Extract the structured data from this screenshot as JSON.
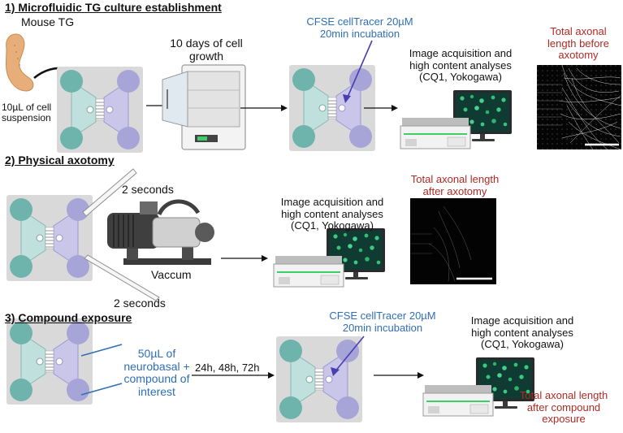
{
  "sections": {
    "s1": "1) Microfluidic TG culture establishment",
    "s2": "2) Physical axotomy",
    "s3": "3) Compound exposure"
  },
  "labels": {
    "mouse_tg": "Mouse TG",
    "cell_suspension": [
      "10µL of cell",
      "suspension"
    ],
    "growth": [
      "10 days of cell",
      "growth"
    ],
    "cfse": [
      "CFSE cellTracer 20µM",
      "20min incubation"
    ],
    "acq_1": [
      "Image acquisition and",
      "high content analyses",
      "(CQ1, Yokogawa)"
    ],
    "before_axotomy": [
      "Total axonal",
      "length before",
      "axotomy"
    ],
    "two_seconds": "2 seconds",
    "vaccum": "Vaccum",
    "acq_2": [
      "Image acquisition and",
      "high content analyses",
      "(CQ1, Yokogawa)"
    ],
    "after_axotomy": [
      "Total axonal length",
      "after axotomy"
    ],
    "neurobasal": [
      "50µL of",
      "neurobasal +",
      "compound of",
      "interest"
    ],
    "timepoints": "24h, 48h, 72h",
    "acq_3": [
      "Image acquisition and",
      "high content analyses",
      "(CQ1, Yokogawa)"
    ],
    "after_compound": [
      "Total axonal length",
      "after compound",
      "exposure"
    ]
  },
  "colors": {
    "label_blue": "#2f6fb5",
    "label_red": "#b02a24",
    "reservoir_teal": "#6fb3ad",
    "reservoir_purple": "#a7a4d8",
    "chip_bg": "#d9d9d9",
    "tissue": "#e7ae7a"
  },
  "icons": [
    "mouse-tg-tissue",
    "microfluidic-chip",
    "incubator",
    "vacuum-pump",
    "pipette",
    "cq1-imaging-system",
    "microscopy-image"
  ]
}
